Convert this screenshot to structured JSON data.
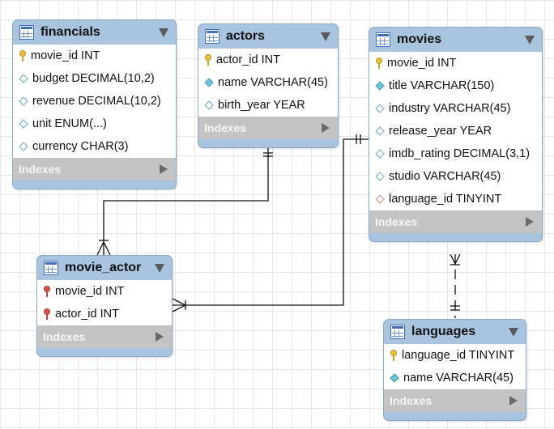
{
  "tables": {
    "financials": {
      "title": "financials",
      "columns": [
        {
          "label": "movie_id INT",
          "icon": "primary-key-icon"
        },
        {
          "label": "budget DECIMAL(10,2)",
          "icon": "column-diamond-icon"
        },
        {
          "label": "revenue DECIMAL(10,2)",
          "icon": "column-diamond-icon"
        },
        {
          "label": "unit ENUM(...)",
          "icon": "column-diamond-icon"
        },
        {
          "label": "currency CHAR(3)",
          "icon": "column-diamond-icon"
        }
      ],
      "indexes_label": "Indexes"
    },
    "actors": {
      "title": "actors",
      "columns": [
        {
          "label": "actor_id INT",
          "icon": "primary-key-icon"
        },
        {
          "label": "name VARCHAR(45)",
          "icon": "not-null-column-icon"
        },
        {
          "label": "birth_year YEAR",
          "icon": "column-diamond-icon"
        }
      ],
      "indexes_label": "Indexes"
    },
    "movies": {
      "title": "movies",
      "columns": [
        {
          "label": "movie_id INT",
          "icon": "primary-key-icon"
        },
        {
          "label": "title VARCHAR(150)",
          "icon": "not-null-column-icon"
        },
        {
          "label": "industry VARCHAR(45)",
          "icon": "column-diamond-icon"
        },
        {
          "label": "release_year YEAR",
          "icon": "column-diamond-icon"
        },
        {
          "label": "imdb_rating DECIMAL(3,1)",
          "icon": "column-diamond-icon"
        },
        {
          "label": "studio VARCHAR(45)",
          "icon": "column-diamond-icon"
        },
        {
          "label": "language_id TINYINT",
          "icon": "foreign-key-column-icon"
        }
      ],
      "indexes_label": "Indexes"
    },
    "movie_actor": {
      "title": "movie_actor",
      "columns": [
        {
          "label": "movie_id INT",
          "icon": "foreign-primary-key-icon"
        },
        {
          "label": "actor_id INT",
          "icon": "foreign-primary-key-icon"
        }
      ],
      "indexes_label": "Indexes"
    },
    "languages": {
      "title": "languages",
      "columns": [
        {
          "label": "language_id TINYINT",
          "icon": "primary-key-icon"
        },
        {
          "label": "name VARCHAR(45)",
          "icon": "not-null-column-icon"
        }
      ],
      "indexes_label": "Indexes"
    }
  },
  "relationships": [
    {
      "from": "actors",
      "to": "movie_actor",
      "from_end": "one-and-only-one",
      "to_end": "one-or-many",
      "identifying": true
    },
    {
      "from": "movies",
      "to": "movie_actor",
      "from_end": "one-and-only-one",
      "to_end": "one-or-many",
      "identifying": true
    },
    {
      "from": "languages",
      "to": "movies",
      "from_end": "one-and-only-one",
      "to_end": "one-or-many",
      "identifying": false
    }
  ],
  "colors": {
    "header": "#a9c4df",
    "indexes_bar": "#c4c4c4",
    "line": "#111111"
  }
}
